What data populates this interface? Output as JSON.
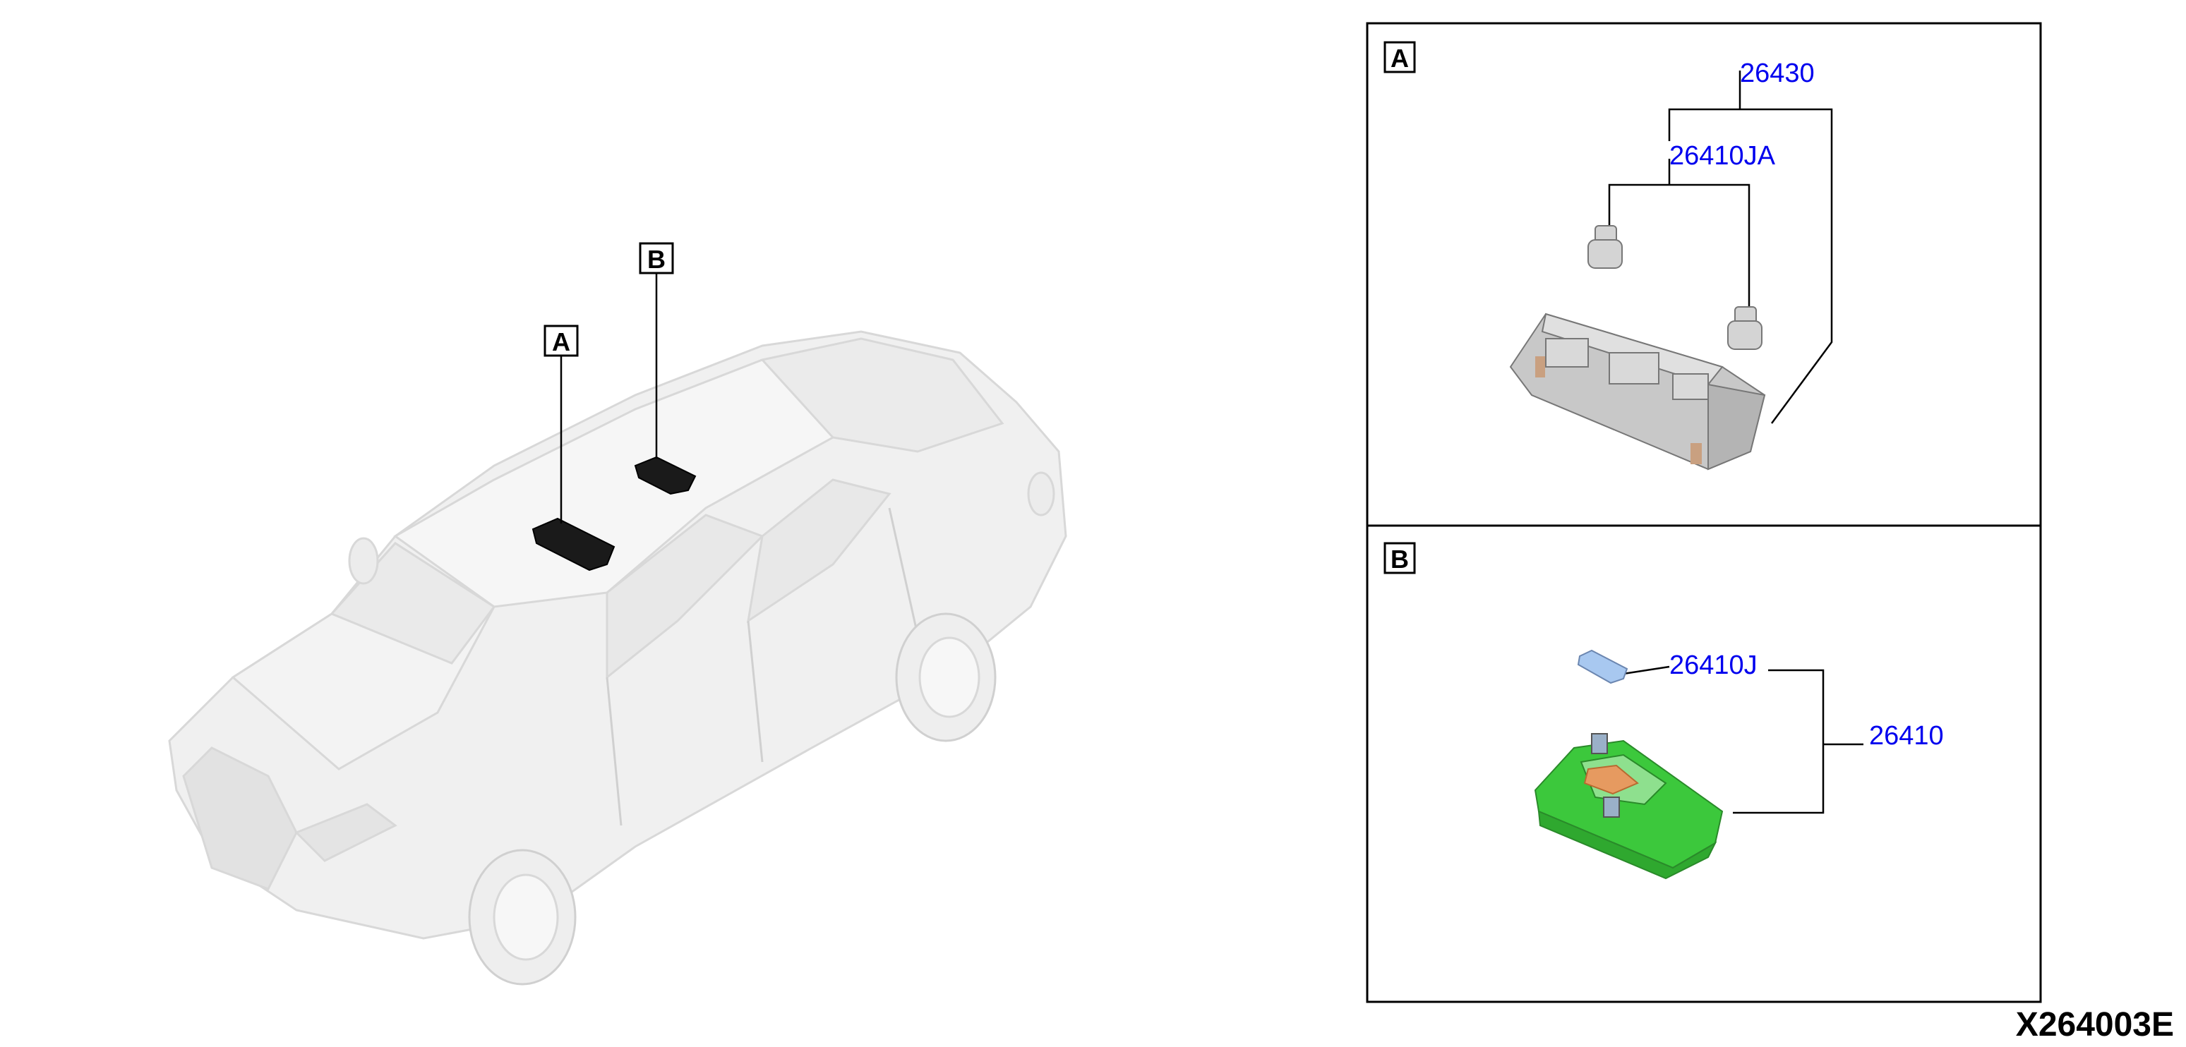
{
  "diagram": {
    "reference_code": "X264003E",
    "overview": {
      "locator_labels": [
        "A",
        "B"
      ]
    },
    "panels": [
      {
        "id": "A",
        "parts": [
          {
            "number": "26430"
          },
          {
            "number": "26410JA"
          }
        ]
      },
      {
        "id": "B",
        "parts": [
          {
            "number": "26410J"
          },
          {
            "number": "26410"
          }
        ]
      }
    ],
    "colors": {
      "callout_text": "#0000ee",
      "frame": "#000000",
      "lamp_a_housing": "#c8c8c8",
      "lamp_b_housing": "#3cc83c",
      "lamp_b_board": "#e69a60",
      "car_body": "#eeeeee"
    }
  }
}
